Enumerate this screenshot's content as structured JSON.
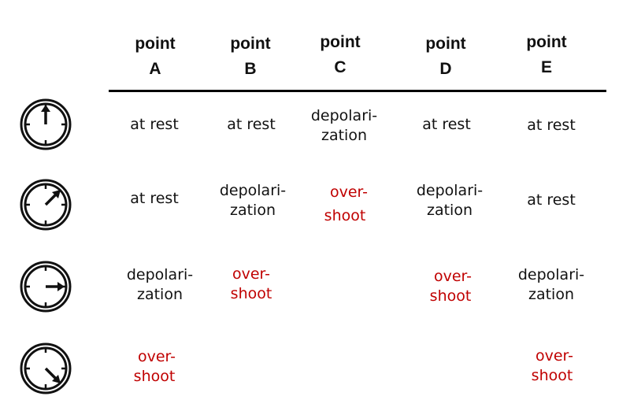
{
  "headers": [
    {
      "line1": "point",
      "line2": "A"
    },
    {
      "line1": "point",
      "line2": "B"
    },
    {
      "line1": "point",
      "line2": "C"
    },
    {
      "line1": "point",
      "line2": "D"
    },
    {
      "line1": "point",
      "line2": "E"
    }
  ],
  "rows": [
    {
      "clock": "clock-12-icon",
      "cells": [
        {
          "l1": "at rest",
          "l2": ""
        },
        {
          "l1": "at rest",
          "l2": ""
        },
        {
          "l1": "depolari-",
          "l2": "zation"
        },
        {
          "l1": "at rest",
          "l2": ""
        },
        {
          "l1": "at rest",
          "l2": ""
        }
      ]
    },
    {
      "clock": "clock-130-icon",
      "cells": [
        {
          "l1": "at rest",
          "l2": ""
        },
        {
          "l1": "depolari-",
          "l2": "zation"
        },
        {
          "l1": "over-",
          "l2": "shoot"
        },
        {
          "l1": "depolari-",
          "l2": "zation"
        },
        {
          "l1": "at rest",
          "l2": ""
        }
      ]
    },
    {
      "clock": "clock-3-icon",
      "cells": [
        {
          "l1": "depolari-",
          "l2": "zation"
        },
        {
          "l1": "over-",
          "l2": "shoot"
        },
        {
          "l1": "",
          "l2": ""
        },
        {
          "l1": "over-",
          "l2": "shoot"
        },
        {
          "l1": "depolari-",
          "l2": "zation"
        }
      ]
    },
    {
      "clock": "clock-430-icon",
      "cells": [
        {
          "l1": "over-",
          "l2": "shoot"
        },
        {
          "l1": "",
          "l2": ""
        },
        {
          "l1": "",
          "l2": ""
        },
        {
          "l1": "",
          "l2": ""
        },
        {
          "l1": "over-",
          "l2": "shoot"
        }
      ]
    }
  ],
  "colors": {
    "text": "#111111",
    "overshoot": "#c00000",
    "rule": "#000000"
  }
}
